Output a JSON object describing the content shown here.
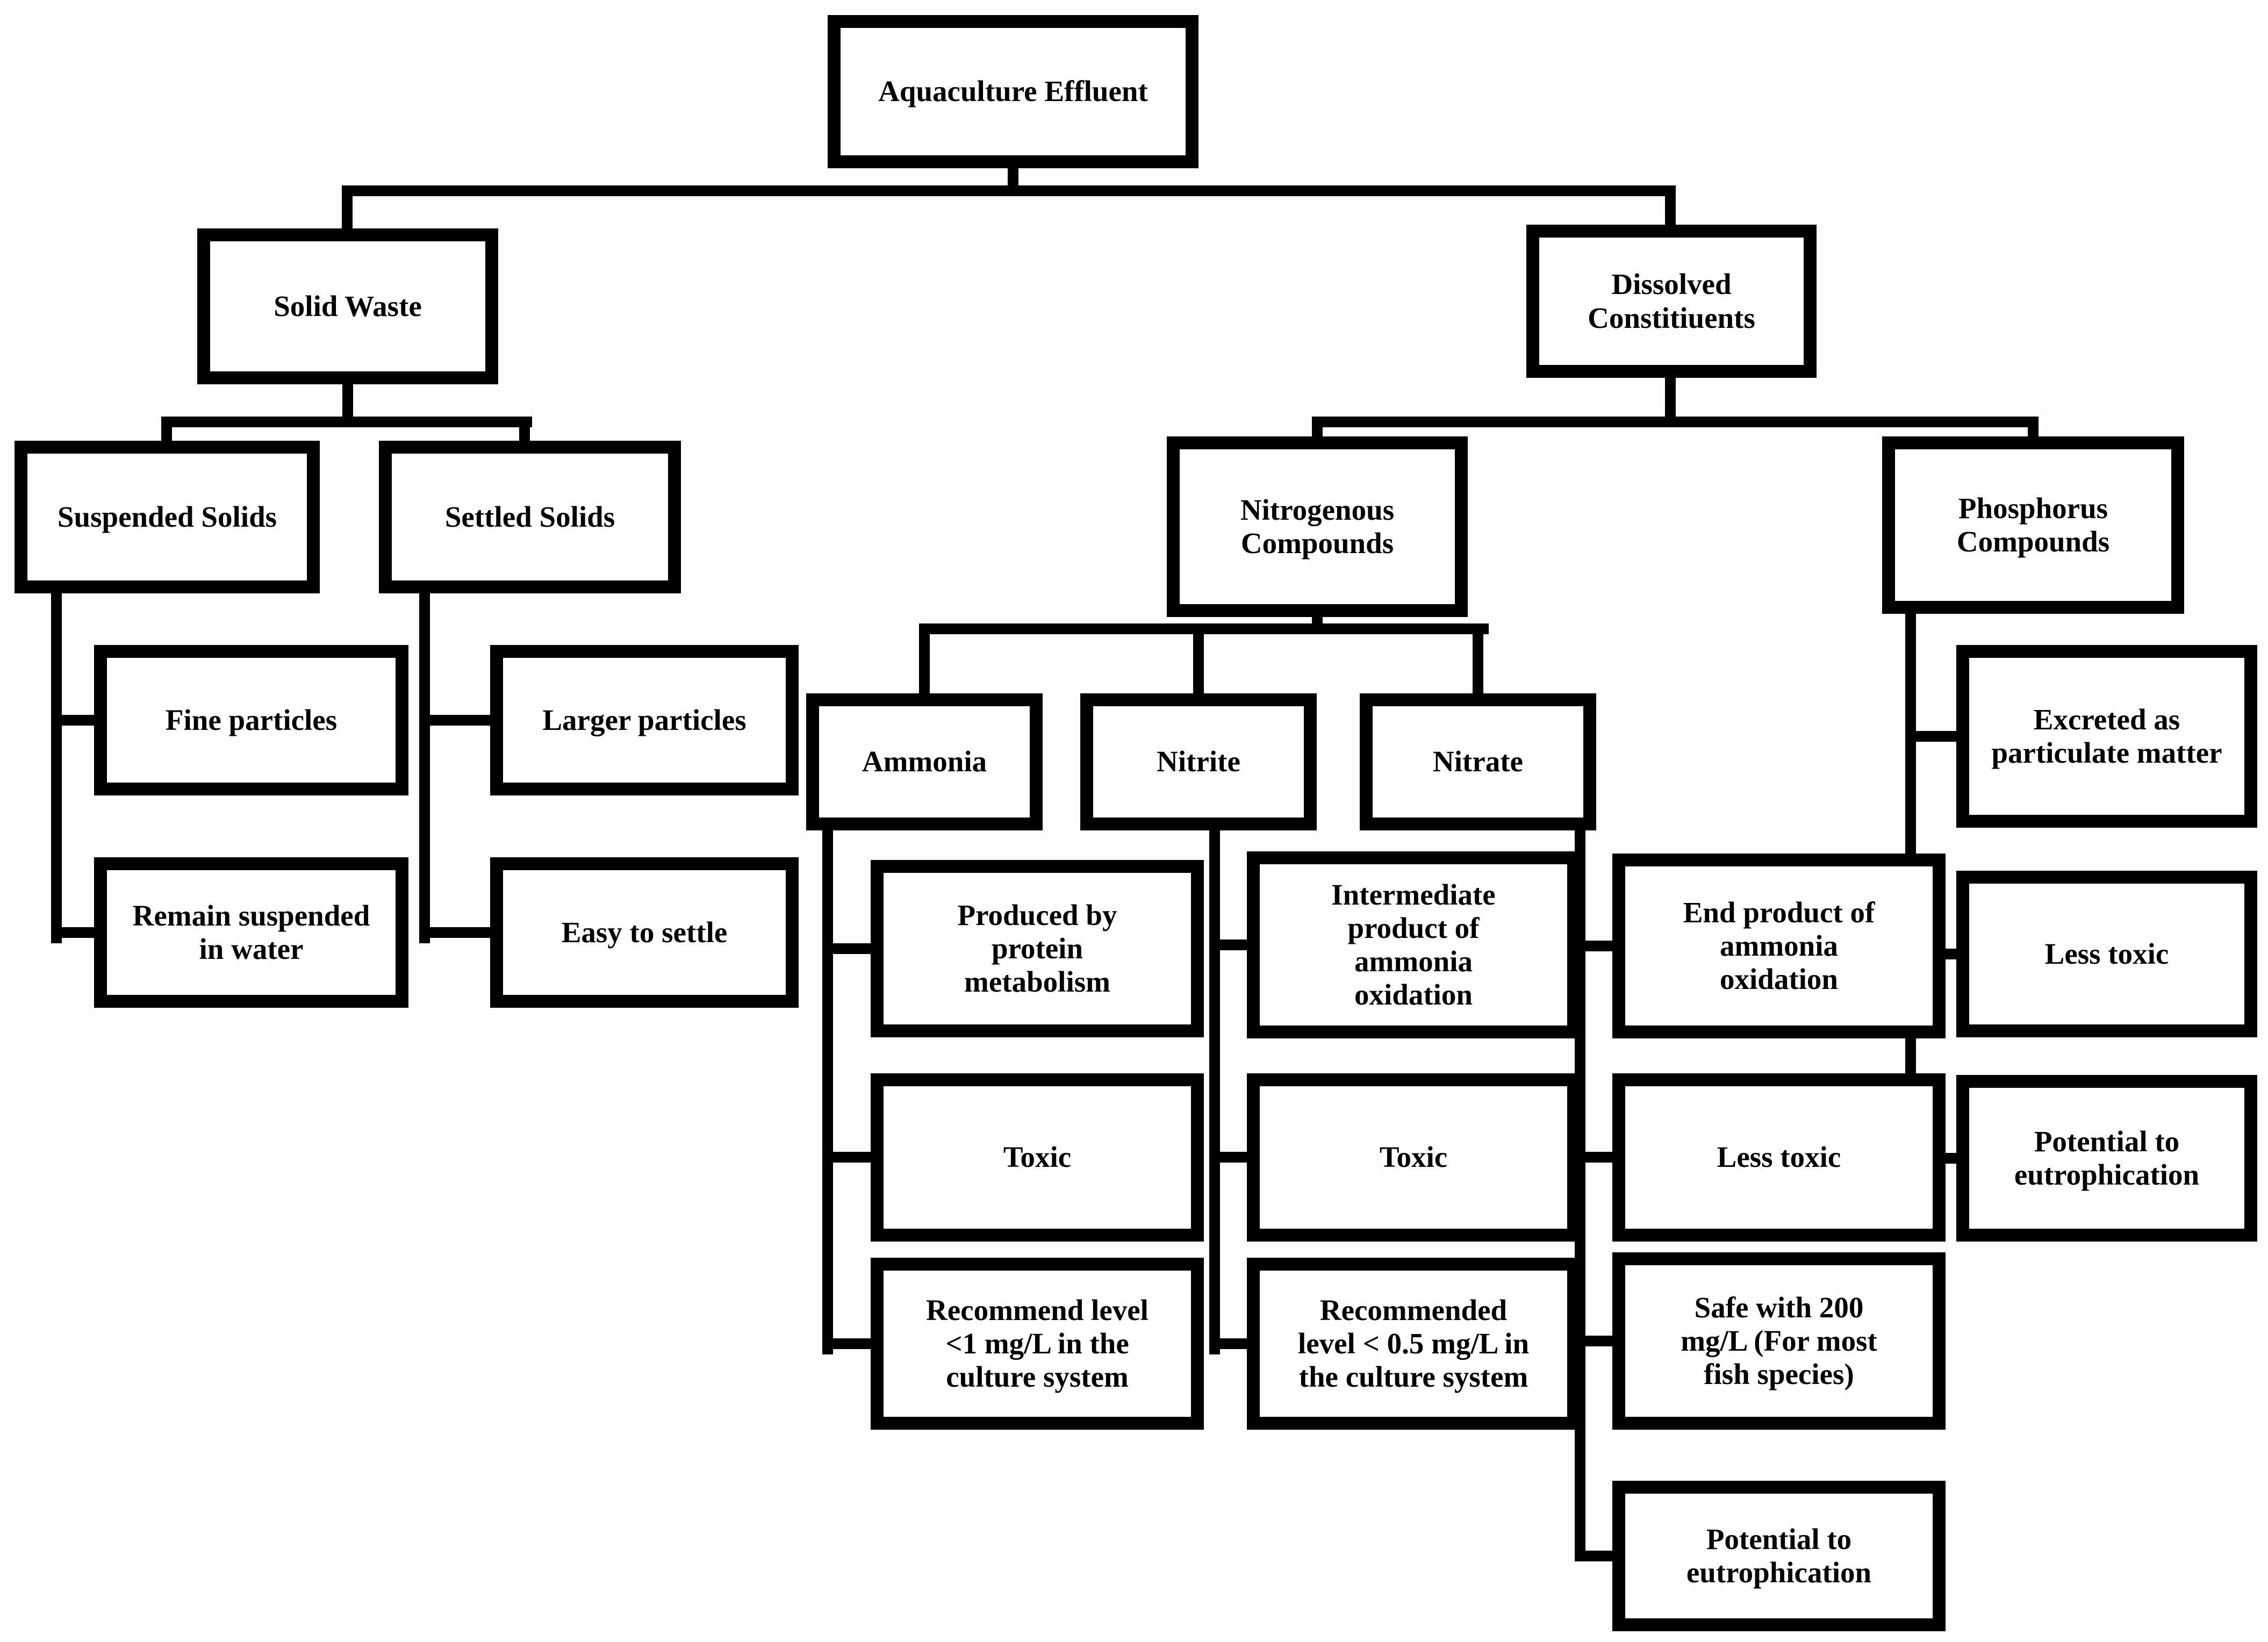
{
  "title": "Aquaculture Effluent",
  "colors": {
    "line": "#000000",
    "box_border": "#000000",
    "box_fill": "#ffffff",
    "background": "#fdfdfd",
    "text": "#000000"
  },
  "nodes": {
    "root": {
      "label": "Aquaculture Effluent"
    },
    "solid_waste": {
      "label": "Solid Waste"
    },
    "dissolved": {
      "label": "Dissolved\nConstitiuents"
    },
    "suspended_solids": {
      "label": "Suspended Solids"
    },
    "settled_solids": {
      "label": "Settled Solids"
    },
    "fine_particles": {
      "label": "Fine particles"
    },
    "larger_particles": {
      "label": "Larger particles"
    },
    "remain_suspended": {
      "label": "Remain suspended\nin water"
    },
    "easy_to_settle": {
      "label": "Easy to settle"
    },
    "nitrogenous": {
      "label": "Nitrogenous\nCompounds"
    },
    "phosphorus": {
      "label": "Phosphorus\nCompounds"
    },
    "ammonia": {
      "label": "Ammonia"
    },
    "nitrite": {
      "label": "Nitrite"
    },
    "nitrate": {
      "label": "Nitrate"
    },
    "ammonia_source": {
      "label": "Produced by\nprotein\nmetabolism"
    },
    "ammonia_toxicity": {
      "label": "Toxic"
    },
    "ammonia_level": {
      "label": "Recommend level\n<1 mg/L in the\nculture system"
    },
    "nitrite_source": {
      "label": "Intermediate\nproduct of\nammonia\noxidation"
    },
    "nitrite_toxicity": {
      "label": "Toxic"
    },
    "nitrite_level": {
      "label": "Recommended\nlevel < 0.5 mg/L in\nthe culture system"
    },
    "nitrate_source": {
      "label": "End product of\nammonia\noxidation"
    },
    "nitrate_toxicity": {
      "label": "Less toxic"
    },
    "nitrate_level": {
      "label": "Safe with 200\nmg/L (For most\nfish species)"
    },
    "nitrate_effect": {
      "label": "Potential to\neutrophication"
    },
    "phosphorus_source": {
      "label": "Excreted as\nparticulate matter"
    },
    "phosphorus_toxicity": {
      "label": "Less toxic"
    },
    "phosphorus_effect": {
      "label": "Potential to\neutrophication"
    }
  },
  "edges": [
    [
      "root",
      "solid_waste"
    ],
    [
      "root",
      "dissolved"
    ],
    [
      "solid_waste",
      "suspended_solids"
    ],
    [
      "solid_waste",
      "settled_solids"
    ],
    [
      "suspended_solids",
      "fine_particles"
    ],
    [
      "suspended_solids",
      "remain_suspended"
    ],
    [
      "settled_solids",
      "larger_particles"
    ],
    [
      "settled_solids",
      "easy_to_settle"
    ],
    [
      "dissolved",
      "nitrogenous"
    ],
    [
      "dissolved",
      "phosphorus"
    ],
    [
      "nitrogenous",
      "ammonia"
    ],
    [
      "nitrogenous",
      "nitrite"
    ],
    [
      "nitrogenous",
      "nitrate"
    ],
    [
      "ammonia",
      "ammonia_source"
    ],
    [
      "ammonia",
      "ammonia_toxicity"
    ],
    [
      "ammonia",
      "ammonia_level"
    ],
    [
      "nitrite",
      "nitrite_source"
    ],
    [
      "nitrite",
      "nitrite_toxicity"
    ],
    [
      "nitrite",
      "nitrite_level"
    ],
    [
      "nitrate",
      "nitrate_source"
    ],
    [
      "nitrate",
      "nitrate_toxicity"
    ],
    [
      "nitrate",
      "nitrate_level"
    ],
    [
      "nitrate",
      "nitrate_effect"
    ],
    [
      "phosphorus",
      "phosphorus_source"
    ],
    [
      "phosphorus",
      "phosphorus_toxicity"
    ],
    [
      "phosphorus",
      "phosphorus_effect"
    ]
  ]
}
